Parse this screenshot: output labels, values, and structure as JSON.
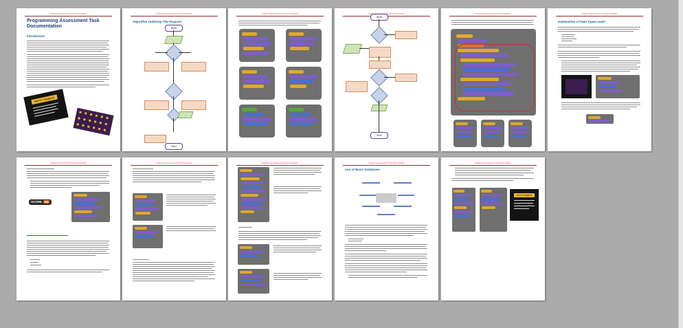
{
  "document": {
    "header_text": "Programming Assessment Task Documentation",
    "pages": [
      {
        "id": 1,
        "title": "Programming Assessment Task Documentation",
        "heading": "Introduction"
      },
      {
        "id": 2,
        "heading": "Algorithm Outlining The Program"
      },
      {
        "id": 3
      },
      {
        "id": 4
      },
      {
        "id": 5
      },
      {
        "id": 6,
        "heading": "Explanation of Data Types used:"
      },
      {
        "id": 7
      },
      {
        "id": 8
      },
      {
        "id": 9
      },
      {
        "id": 10,
        "heading": "Use of Basic Databases"
      },
      {
        "id": 11
      }
    ]
  },
  "flowchart": {
    "start": "Start",
    "end": "End"
  },
  "score_widget": {
    "label": "SCORE",
    "value": "93"
  },
  "game_screen": {
    "title": "PATTY PANDAS"
  },
  "colors": {
    "background": "#ababab",
    "heading_blue": "#2e5fa6",
    "header_red": "#8b2d2d",
    "scratch_events": "#e0a82c",
    "scratch_looks": "#7d5fc5"
  }
}
